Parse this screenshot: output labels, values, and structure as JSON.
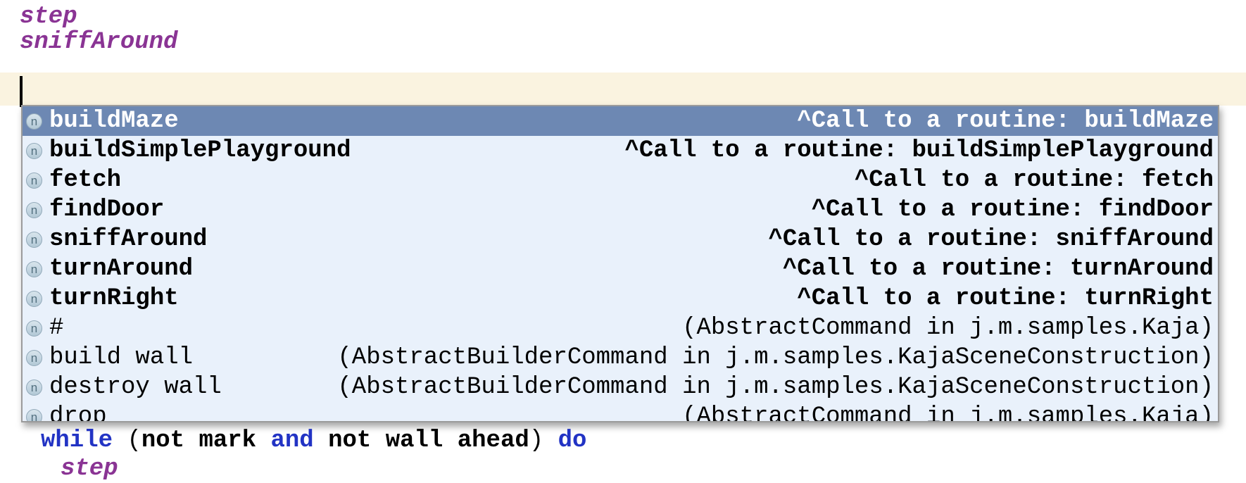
{
  "colors": {
    "keyword_blue": "#2233c4",
    "routine_purple": "#8a3494",
    "selection_bg": "#6d88b3",
    "selection_text": "#ffffff",
    "popup_bg": "#e9f1fb",
    "current_line_bg": "#faf3e0",
    "text": "#000000",
    "icon_fill": "#c3d5e1",
    "icon_border": "#93aaba",
    "icon_letter": "#53707f",
    "popup_border": "#9b9b9b"
  },
  "editor": {
    "lines_above": [
      {
        "text": "step"
      },
      {
        "text": "sniffAround"
      }
    ],
    "while_line_tokens": [
      {
        "text": "while",
        "style": "keyword"
      },
      {
        "text": " ",
        "style": "plain"
      },
      {
        "text": "(",
        "style": "plain"
      },
      {
        "text": "not mark ",
        "style": "plain-bold"
      },
      {
        "text": "and",
        "style": "keyword"
      },
      {
        "text": " not wall ahead",
        "style": "plain-bold"
      },
      {
        "text": ")",
        "style": "plain"
      },
      {
        "text": " ",
        "style": "plain"
      },
      {
        "text": "do",
        "style": "keyword"
      }
    ],
    "last_line": "step"
  },
  "popup": {
    "icon_letter": "n",
    "rows": [
      {
        "label": "buildMaze",
        "desc": "^Call to a routine: buildMaze",
        "selected": true,
        "bold": true
      },
      {
        "label": "buildSimplePlayground",
        "desc": "^Call to a routine: buildSimplePlayground",
        "selected": false,
        "bold": true
      },
      {
        "label": "fetch",
        "desc": "^Call to a routine: fetch",
        "selected": false,
        "bold": true
      },
      {
        "label": "findDoor",
        "desc": "^Call to a routine: findDoor",
        "selected": false,
        "bold": true
      },
      {
        "label": "sniffAround",
        "desc": "^Call to a routine: sniffAround",
        "selected": false,
        "bold": true
      },
      {
        "label": "turnAround",
        "desc": "^Call to a routine: turnAround",
        "selected": false,
        "bold": true
      },
      {
        "label": "turnRight",
        "desc": "^Call to a routine: turnRight",
        "selected": false,
        "bold": true
      },
      {
        "label": "#",
        "desc": "(AbstractCommand in j.m.samples.Kaja)",
        "selected": false,
        "bold": false
      },
      {
        "label": "build wall",
        "desc": "(AbstractBuilderCommand in j.m.samples.KajaSceneConstruction)",
        "selected": false,
        "bold": false
      },
      {
        "label": "destroy wall",
        "desc": "(AbstractBuilderCommand in j.m.samples.KajaSceneConstruction)",
        "selected": false,
        "bold": false
      },
      {
        "label": "drop",
        "desc": "(AbstractCommand in j.m.samples.Kaja)",
        "selected": false,
        "bold": false
      }
    ]
  }
}
